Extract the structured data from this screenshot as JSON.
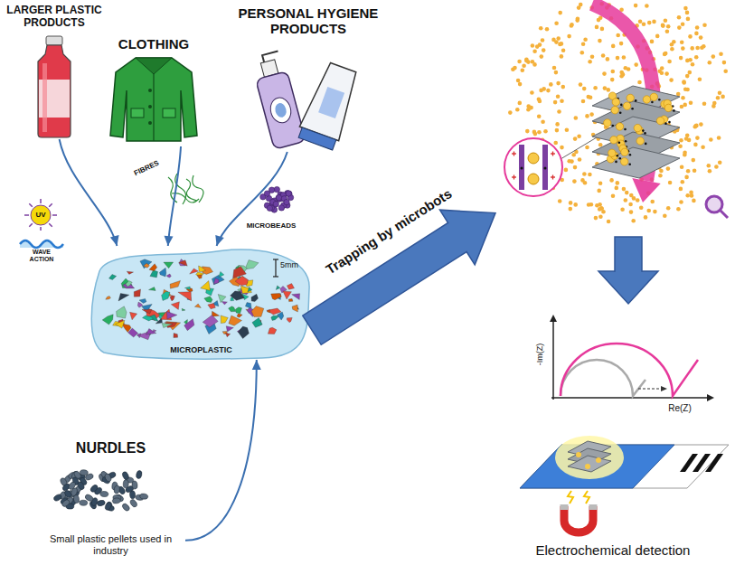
{
  "diagram": {
    "nodes": [
      {
        "text": [
          "LARGER PLASTIC PRODUCTS"
        ]
      },
      {
        "text": [
          "CLOTHING"
        ]
      },
      {
        "text": [
          "PERSONAL HYGIENE PRODUCTS"
        ]
      },
      {
        "text": [
          "MICROPLASTIC"
        ]
      },
      {
        "text": [
          "NURDLES",
          "Small plastic pellets used in industry"
        ]
      },
      {
        "text": [
          "Electrochemical detection"
        ]
      }
    ],
    "edges": [
      {
        "from": 0,
        "to": 3,
        "arrow": "to"
      },
      {
        "from": 1,
        "to": 3,
        "arrow": "to"
      },
      {
        "from": 2,
        "to": 3,
        "arrow": "to"
      },
      {
        "from": 4,
        "to": 3,
        "arrow": "to"
      },
      {
        "from": 3,
        "to": 5,
        "label": "Trapping by microbots",
        "arrow": "to"
      }
    ],
    "labels": [
      "UV",
      "WAVE ACTION",
      "FIBRES",
      "MICROBEADS",
      "5mm",
      "-Im(Z)",
      "Re(Z)"
    ]
  }
}
